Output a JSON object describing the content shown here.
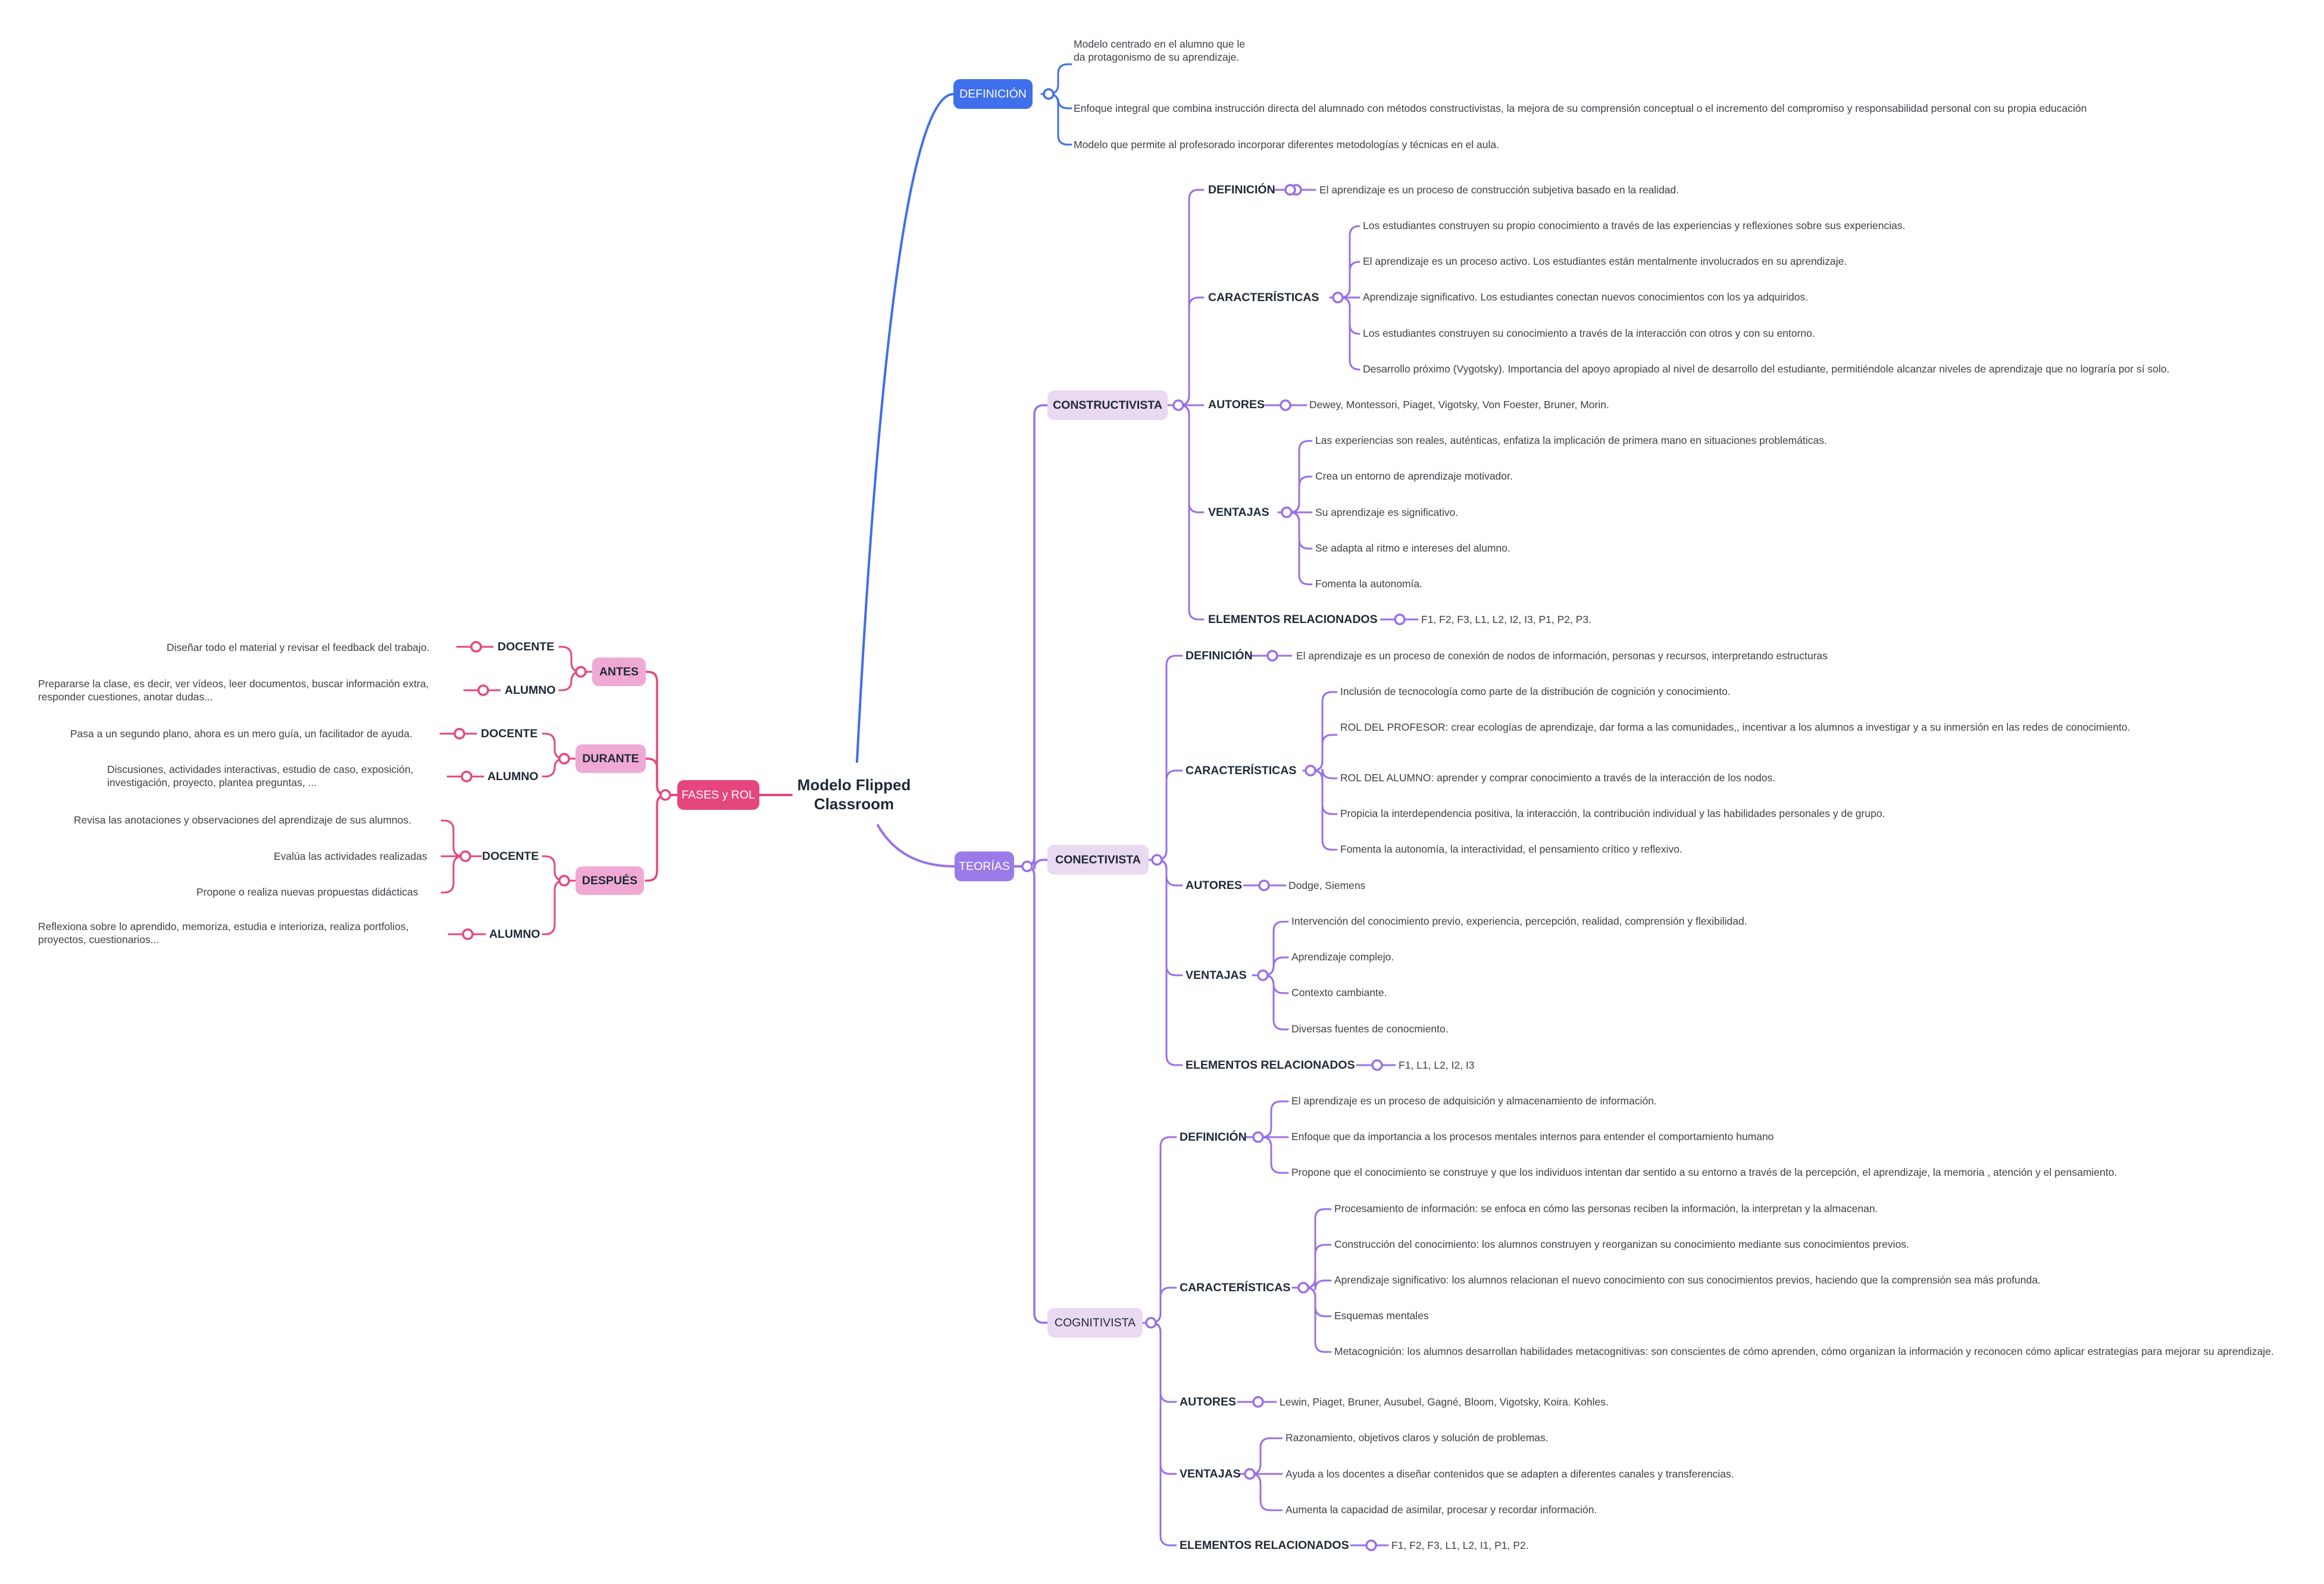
{
  "colors": {
    "blue_branch": "#3f6fea",
    "violet_branch": "#9a6fe6",
    "pink_branch": "#e6467e",
    "lavender_fill": "#e9d9f1",
    "pink_fill": "#f0a9d5"
  },
  "root": {
    "title": "Modelo Flipped Classroom"
  },
  "definicion": {
    "label": "DEFINICIÓN",
    "items": [
      "Modelo centrado en el alumno que le da protagonismo de su aprendizaje.",
      "Enfoque integral que combina instrucción directa del alumnado con métodos constructivistas, la mejora de su comprensión conceptual o el incremento del compromiso y responsabilidad personal con su propia educación",
      "Modelo que permite al profesorado incorporar diferentes metodologías y técnicas en el aula."
    ]
  },
  "teorias": {
    "label": "TEORÍAS",
    "constructivista": {
      "label": "CONSTRUCTIVISTA",
      "definicion": {
        "label": "DEFINICIÓN",
        "items": [
          "El aprendizaje es un proceso de construcción subjetiva basado en la realidad."
        ]
      },
      "caracteristicas": {
        "label": "CARACTERÍSTICAS",
        "items": [
          "Los estudiantes construyen su propio conocimiento a través de las experiencias y reflexiones sobre sus experiencias.",
          "El aprendizaje es un proceso activo. Los estudiantes están mentalmente involucrados en su aprendizaje.",
          "Aprendizaje significativo. Los estudiantes conectan nuevos conocimientos con los ya adquiridos.",
          "Los estudiantes construyen su conocimiento a través de la interacción con otros y con su entorno.",
          "Desarrollo próximo (Vygotsky). Importancia del apoyo apropiado al nivel de desarrollo del estudiante, permitiéndole alcanzar niveles de aprendizaje que no lograría por sí solo."
        ]
      },
      "autores": {
        "label": "AUTORES",
        "items": [
          "Dewey, Montessori, Piaget, Vigotsky, Von Foester, Bruner, Morin."
        ]
      },
      "ventajas": {
        "label": "VENTAJAS",
        "items": [
          "Las experiencias son reales, auténticas, enfatiza la implicación de primera mano en situaciones problemáticas.",
          "Crea un entorno de aprendizaje motivador.",
          "Su aprendizaje es significativo.",
          "Se adapta al ritmo e intereses del alumno.",
          "Fomenta la autonomía."
        ]
      },
      "elementos": {
        "label": "ELEMENTOS RELACIONADOS",
        "items": [
          "F1, F2, F3, L1, L2, I2, I3, P1, P2, P3."
        ]
      }
    },
    "conectivista": {
      "label": "CONECTIVISTA",
      "definicion": {
        "label": "DEFINICIÓN",
        "items": [
          "El aprendizaje es un proceso de conexión de nodos de información, personas y recursos, interpretando estructuras"
        ]
      },
      "caracteristicas": {
        "label": "CARACTERÍSTICAS",
        "items": [
          "Inclusión de tecnocología como parte de la distribución de cognición y conocimiento.",
          "ROL DEL PROFESOR:  crear ecologías de aprendizaje, dar forma a las comunidades,, incentivar a los alumnos a investigar y a su inmersión en las redes de conocimiento.",
          "ROL DEL ALUMNO: aprender y comprar conocimiento a través de la interacción de los nodos.",
          "Propicia la interdependencia positiva, la interacción, la contribución individual y las habilidades personales y de grupo.",
          "Fomenta la autonomía, la interactividad, el pensamiento crítico y reflexivo."
        ]
      },
      "autores": {
        "label": "AUTORES",
        "items": [
          "Dodge, Siemens"
        ]
      },
      "ventajas": {
        "label": "VENTAJAS",
        "items": [
          "Intervención del conocimiento previo, experiencia, percepción, realidad, comprensión y flexibilidad.",
          "Aprendizaje complejo.",
          "Contexto cambiante.",
          "Diversas fuentes de conocmiento."
        ]
      },
      "elementos": {
        "label": "ELEMENTOS RELACIONADOS",
        "items": [
          "F1, L1, L2, I2, I3"
        ]
      }
    },
    "cognitivista": {
      "label": "COGNITIVISTA",
      "definicion": {
        "label": "DEFINICIÓN",
        "items": [
          "El aprendizaje es un proceso de adquisición y almacenamiento de información.",
          "Enfoque que da importancia a los procesos mentales internos para entender el comportamiento humano",
          "Propone que el conocimiento se construye y que los individuos intentan dar sentido a su entorno a través de la percepción, el aprendizaje, la memoria , atención y el pensamiento."
        ]
      },
      "caracteristicas": {
        "label": "CARACTERÍSTICAS",
        "items": [
          "Procesamiento de información: se enfoca en cómo las personas reciben la información, la interpretan y la almacenan.",
          "Construcción del conocimiento: los alumnos construyen y reorganizan su conocimiento mediante sus conocimientos previos.",
          "Aprendizaje significativo: los alumnos relacionan el nuevo conocimiento con sus conocimientos previos, haciendo que la comprensión sea más profunda.",
          "Esquemas mentales",
          "Metacognición: los alumnos desarrollan habilidades metacognitivas: son conscientes de cómo aprenden, cómo organizan la información y reconocen cómo aplicar estrategias para mejorar su aprendizaje."
        ]
      },
      "autores": {
        "label": "AUTORES",
        "items": [
          "Lewin, Piaget, Bruner, Ausubel, Gagné, Bloom, Vigotsky, Koira. Kohles."
        ]
      },
      "ventajas": {
        "label": "VENTAJAS",
        "items": [
          "Razonamiento, objetivos claros  y solución de problemas.",
          "Ayuda a los docentes a diseñar contenidos que se adapten a diferentes canales y transferencias.",
          "Aumenta la capacidad de asimilar, procesar y recordar información."
        ]
      },
      "elementos": {
        "label": "ELEMENTOS RELACIONADOS",
        "items": [
          "F1, F2, F3, L1, L2, I1, P1, P2."
        ]
      }
    }
  },
  "fases": {
    "label": "FASES y ROL",
    "antes": {
      "label": "ANTES",
      "docente": {
        "label": "DOCENTE",
        "items": [
          "Diseñar todo el material y revisar el feedback del trabajo."
        ]
      },
      "alumno": {
        "label": "ALUMNO",
        "items": [
          "Prepararse la clase, es decir, ver vídeos, leer documentos, buscar información extra, responder cuestiones, anotar dudas..."
        ]
      }
    },
    "durante": {
      "label": "DURANTE",
      "docente": {
        "label": "DOCENTE",
        "items": [
          "Pasa a un segundo plano, ahora es un mero guía, un facilitador de ayuda."
        ]
      },
      "alumno": {
        "label": "ALUMNO",
        "items": [
          "Discusiones, actividades interactivas, estudio de caso, exposición, investigación, proyecto, plantea preguntas, ..."
        ]
      }
    },
    "despues": {
      "label": "DESPUÉS",
      "docente": {
        "label": "DOCENTE",
        "items": [
          "Revisa las anotaciones y observaciones del aprendizaje de  sus alumnos.",
          "Evalúa las actividades realizadas",
          "Propone o realiza nuevas propuestas didácticas"
        ]
      },
      "alumno": {
        "label": "ALUMNO",
        "items": [
          "Reflexiona sobre lo aprendido, memoriza, estudia e interioriza,  realiza portfolios, proyectos, cuestionarios..."
        ]
      }
    }
  }
}
